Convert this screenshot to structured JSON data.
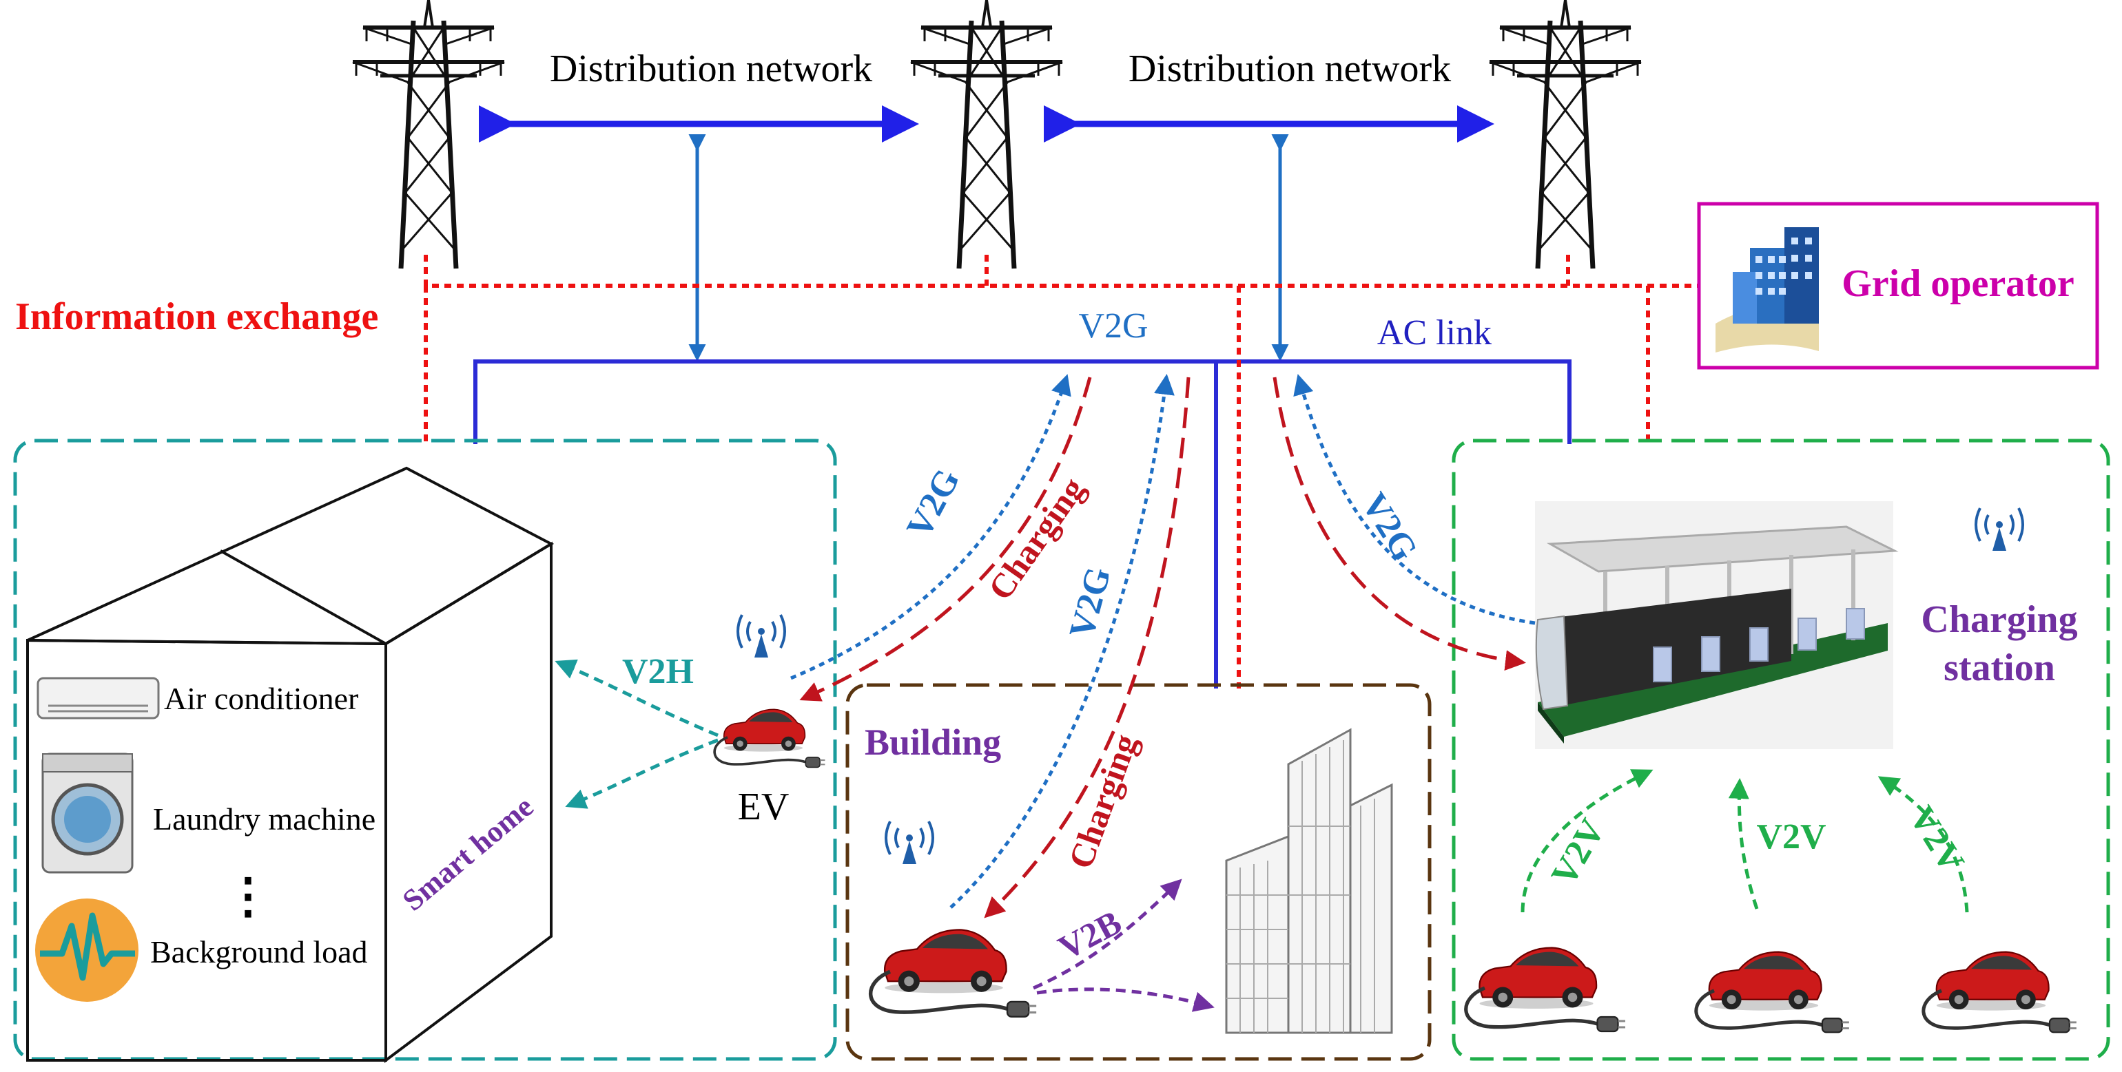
{
  "grid": {
    "distribution_network_left": "Distribution network",
    "distribution_network_right": "Distribution network",
    "grid_operator": "Grid operator",
    "information_exchange": "Information exchange",
    "v2g_bus": "V2G",
    "ac_link": "AC link"
  },
  "flows": {
    "v2g_home": "V2G",
    "charging_home": "Charging",
    "v2g_building": "V2G",
    "charging_building": "Charging",
    "v2g_station": "V2G",
    "v2h": "V2H",
    "v2b": "V2B",
    "v2v_1": "V2V",
    "v2v_2": "V2V",
    "v2v_3": "V2V"
  },
  "smart_home": {
    "label": "Smart home",
    "ev_label": "EV",
    "appliances": [
      {
        "name": "Air conditioner",
        "icon": "air-conditioner-icon"
      },
      {
        "name": "Laundry machine",
        "icon": "laundry-machine-icon"
      },
      {
        "name": "Background load",
        "icon": "background-load-icon"
      }
    ],
    "ellipsis": "⋮"
  },
  "building": {
    "label": "Building"
  },
  "station": {
    "label_line1": "Charging",
    "label_line2": "station"
  },
  "colors": {
    "teal": "#1a9c9c",
    "brown": "#5a3510",
    "green": "#1fae4a",
    "blue_link": "#2b2bd6",
    "v2g_blue": "#1f6fc4",
    "charging_red": "#c0141e",
    "info_red": "#ee1111",
    "purple": "#7030a0",
    "operator_magenta": "#cc00aa"
  }
}
